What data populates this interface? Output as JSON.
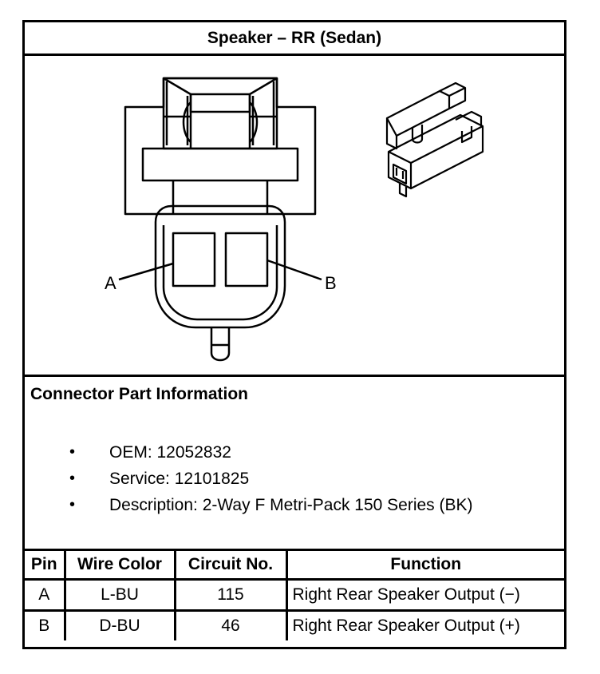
{
  "title": "Speaker – RR (Sedan)",
  "diagram": {
    "pin_labels": [
      "A",
      "B"
    ]
  },
  "connector_info": {
    "heading": "Connector Part Information",
    "items": [
      "OEM: 12052832",
      "Service: 12101825",
      "Description: 2-Way F Metri-Pack 150 Series (BK)"
    ]
  },
  "pin_table": {
    "headers": [
      "Pin",
      "Wire Color",
      "Circuit No.",
      "Function"
    ],
    "rows": [
      {
        "pin": "A",
        "wire_color": "L-BU",
        "circuit": "115",
        "function": "Right Rear Speaker Output (−)"
      },
      {
        "pin": "B",
        "wire_color": "D-BU",
        "circuit": "46",
        "function": "Right Rear Speaker Output (+)"
      }
    ]
  }
}
